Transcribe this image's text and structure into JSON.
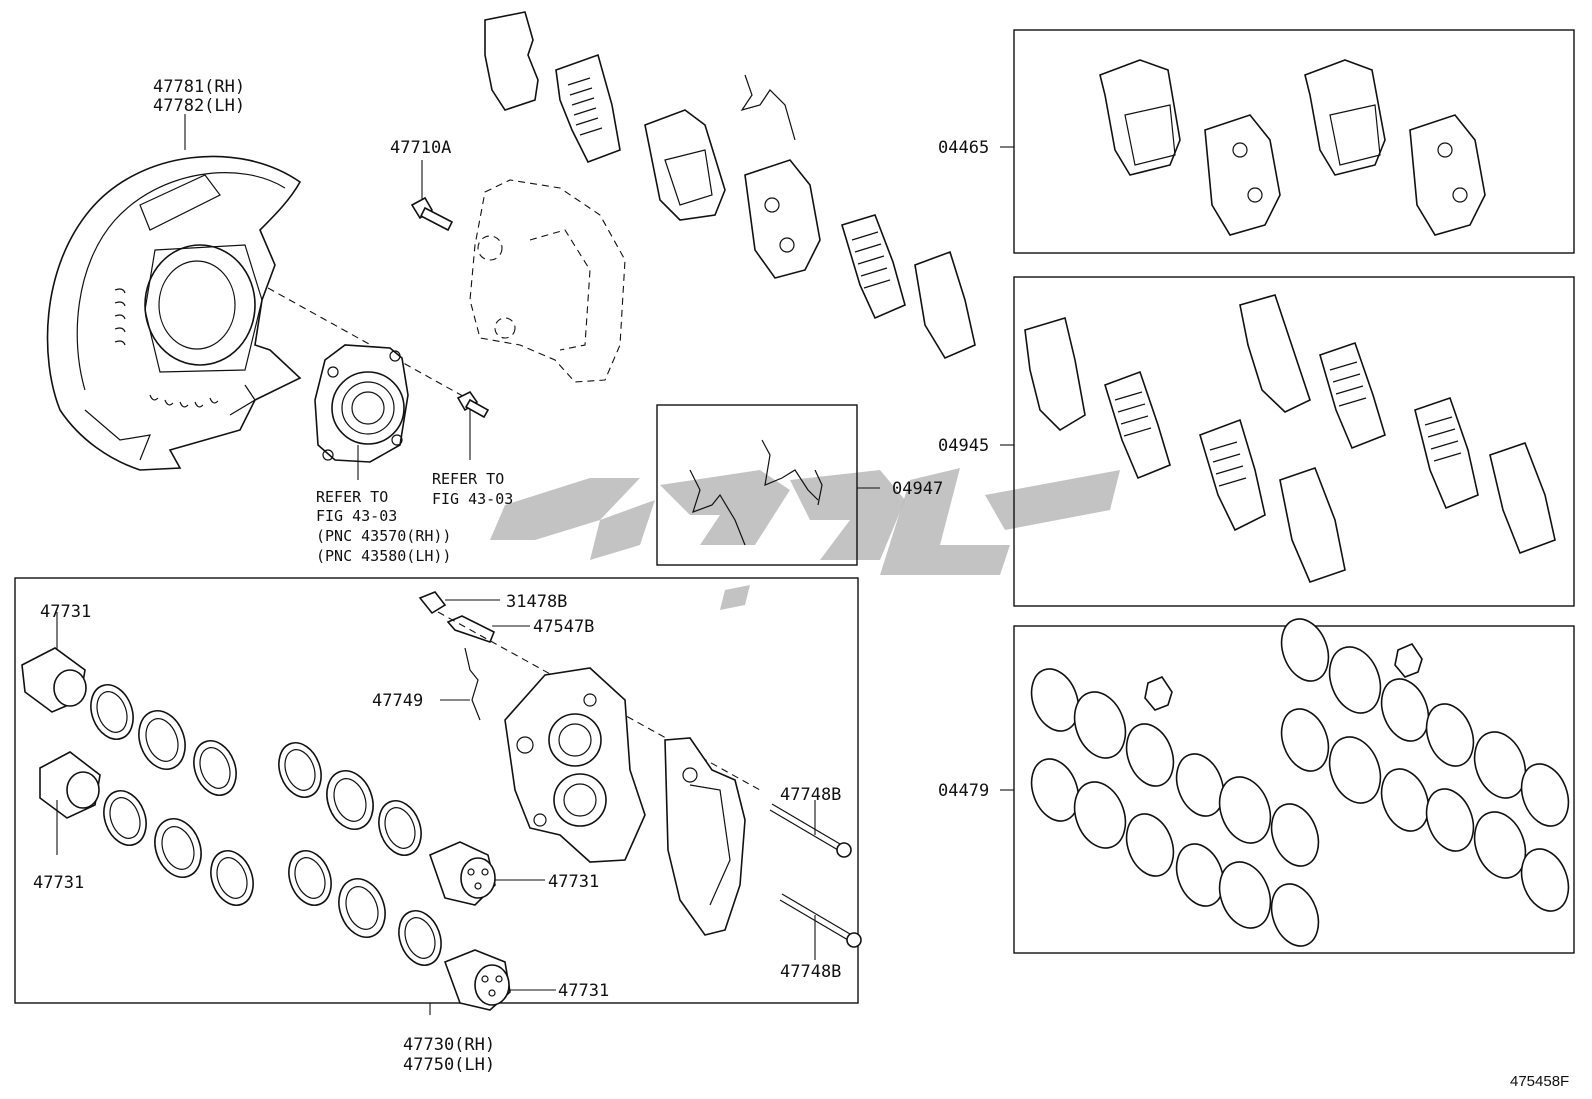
{
  "figure_id": "475458F",
  "watermark": "",
  "colors": {
    "line": "#111111",
    "watermark": "#b9b9b9",
    "background": "#ffffff"
  },
  "labels": {
    "dust_cover_rh": "47781(RH)",
    "dust_cover_lh": "47782(LH)",
    "bolt_47710a": "47710A",
    "refer1_line1": "REFER TO",
    "refer1_line2": "FIG 43-03",
    "refer1_line3": "(PNC 43570(RH))",
    "refer1_line4": "(PNC 43580(LH))",
    "refer2_line1": "REFER TO",
    "refer2_line2": "FIG 43-03",
    "kit_04465": "04465",
    "kit_04945": "04945",
    "kit_04947": "04947",
    "kit_04479": "04479",
    "piston_tl": "47731",
    "piston_bl": "47731",
    "piston_mid": "47731",
    "piston_bot": "47731",
    "cap_31478b": "31478B",
    "bleeder_47547b": "47547B",
    "spring_47749": "47749",
    "pin_upper": "47748B",
    "pin_lower": "47748B",
    "caliper_rh": "47730(RH)",
    "caliper_lh": "47750(LH)"
  }
}
